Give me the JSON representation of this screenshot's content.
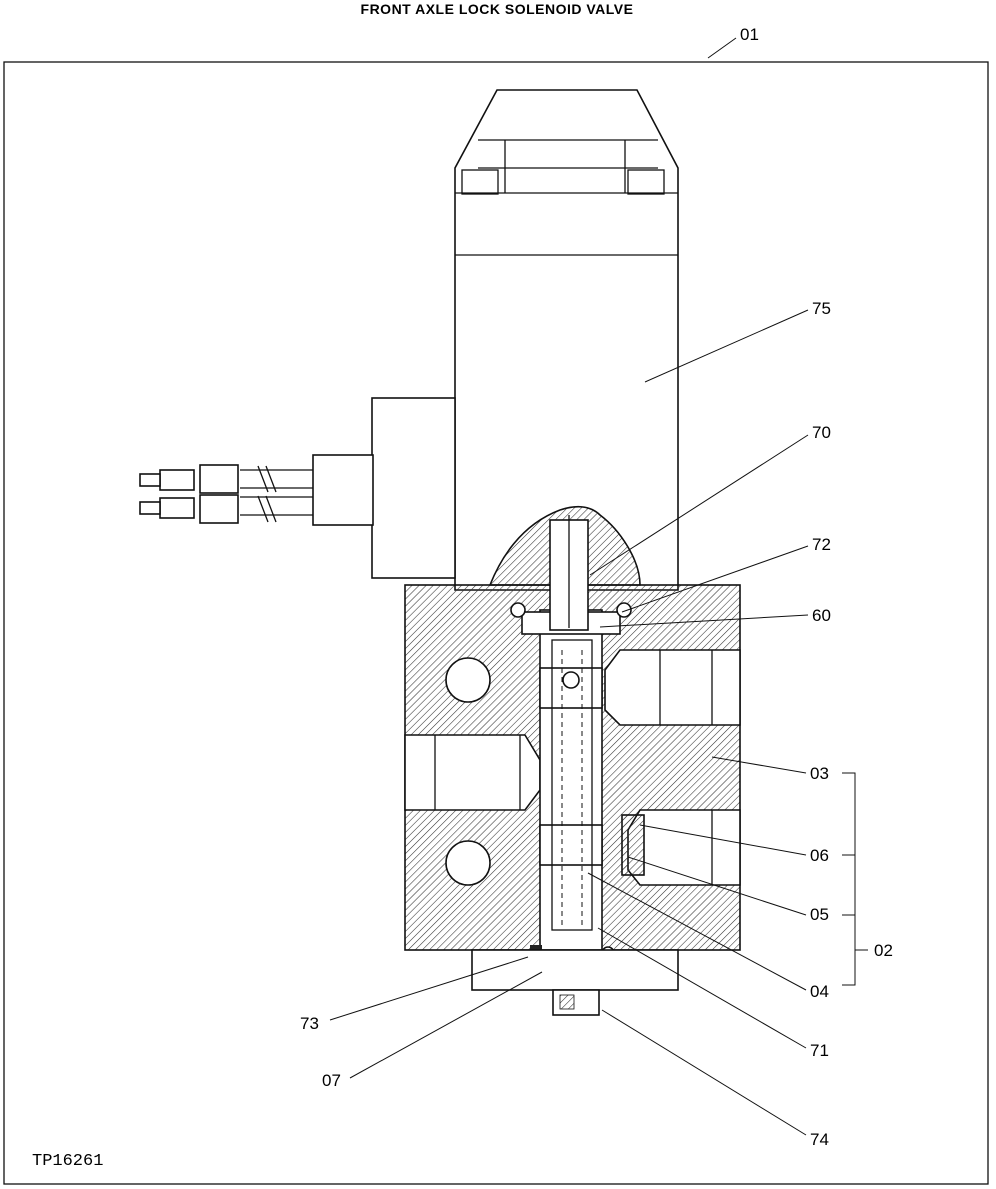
{
  "diagram": {
    "title": "FRONT AXLE LOCK SOLENOID VALVE",
    "figure_code": "TP16261",
    "callouts": {
      "c01": "01",
      "c75": "75",
      "c70": "70",
      "c72": "72",
      "c60": "60",
      "c03": "03",
      "c06": "06",
      "c05": "05",
      "c02": "02",
      "c04": "04",
      "c73": "73",
      "c71": "71",
      "c07": "07",
      "c74": "74"
    }
  }
}
